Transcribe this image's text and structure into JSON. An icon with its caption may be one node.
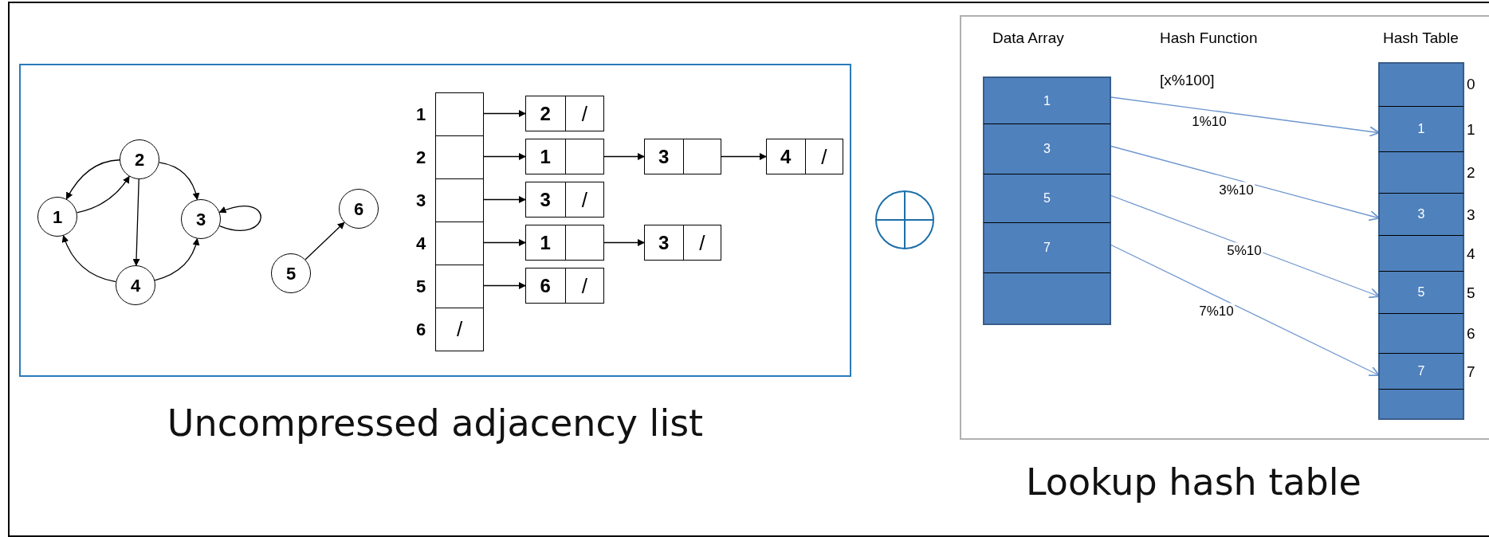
{
  "diagram": {
    "nodes": [
      {
        "text": [
          "Uncompressed adjacency list"
        ]
      },
      {
        "text": [
          "1"
        ],
        "in": 0
      },
      {
        "text": [
          "2"
        ],
        "in": 0
      },
      {
        "text": [
          "3"
        ],
        "in": 0
      },
      {
        "text": [
          "4"
        ],
        "in": 0
      },
      {
        "text": [
          "5"
        ],
        "in": 0
      },
      {
        "text": [
          "6"
        ],
        "in": 0
      },
      {
        "text": [],
        "shape": "box",
        "in": 0,
        "beside": [
          "1"
        ]
      },
      {
        "text": [],
        "shape": "box",
        "in": 0,
        "beside": [
          "2"
        ]
      },
      {
        "text": [],
        "shape": "box",
        "in": 0,
        "beside": [
          "3"
        ]
      },
      {
        "text": [],
        "shape": "box",
        "in": 0,
        "beside": [
          "4"
        ]
      },
      {
        "text": [],
        "shape": "box",
        "in": 0,
        "beside": [
          "5"
        ]
      },
      {
        "text": [
          "/"
        ],
        "in": 0,
        "beside": [
          "6"
        ]
      },
      {
        "text": [
          "2",
          "/"
        ],
        "in": 0
      },
      {
        "text": [
          "1"
        ],
        "in": 0
      },
      {
        "text": [
          "3"
        ],
        "in": 0
      },
      {
        "text": [
          "4",
          "/"
        ],
        "in": 0
      },
      {
        "text": [
          "3",
          "/"
        ],
        "in": 0
      },
      {
        "text": [
          "1"
        ],
        "in": 0
      },
      {
        "text": [
          "3",
          "/"
        ],
        "in": 0
      },
      {
        "text": [
          "6",
          "/"
        ],
        "in": 0
      },
      {
        "text": [
          "Lookup hash table"
        ]
      },
      {
        "text": [
          "Data Array"
        ],
        "in": 21
      },
      {
        "text": [
          "1"
        ],
        "in": 22
      },
      {
        "text": [
          "3"
        ],
        "in": 22
      },
      {
        "text": [
          "5"
        ],
        "in": 22
      },
      {
        "text": [
          "7"
        ],
        "in": 22
      },
      {
        "text": [],
        "shape": "box",
        "in": 22
      },
      {
        "text": [
          "Hash Table"
        ],
        "in": 21
      },
      {
        "text": [],
        "shape": "box",
        "in": 28,
        "beside": [
          "0"
        ]
      },
      {
        "text": [
          "1"
        ],
        "in": 28,
        "beside": [
          "1"
        ]
      },
      {
        "text": [],
        "shape": "box",
        "in": 28,
        "beside": [
          "2"
        ]
      },
      {
        "text": [
          "3"
        ],
        "in": 28,
        "beside": [
          "3"
        ]
      },
      {
        "text": [],
        "shape": "box",
        "in": 28,
        "beside": [
          "4"
        ]
      },
      {
        "text": [
          "5"
        ],
        "in": 28,
        "beside": [
          "5"
        ]
      },
      {
        "text": [],
        "shape": "box",
        "in": 28,
        "beside": [
          "6"
        ]
      },
      {
        "text": [
          "7"
        ],
        "in": 28,
        "beside": [
          "7"
        ]
      },
      {
        "text": [],
        "shape": "box",
        "in": 28
      }
    ],
    "edges": [
      {
        "from": 2,
        "to": 1,
        "arrow": "to"
      },
      {
        "from": 1,
        "to": 2,
        "arrow": "to"
      },
      {
        "from": 2,
        "to": 4,
        "arrow": "to"
      },
      {
        "from": 2,
        "to": 3,
        "arrow": "to"
      },
      {
        "from": 4,
        "to": 1,
        "arrow": "to"
      },
      {
        "from": 4,
        "to": 3,
        "arrow": "to"
      },
      {
        "from": 3,
        "to": 3,
        "arrow": "to"
      },
      {
        "from": 5,
        "to": 6,
        "arrow": "to"
      },
      {
        "from": 7,
        "to": 13,
        "arrow": "to"
      },
      {
        "from": 8,
        "to": 14,
        "arrow": "to"
      },
      {
        "from": 14,
        "to": 15,
        "arrow": "to"
      },
      {
        "from": 15,
        "to": 16,
        "arrow": "to"
      },
      {
        "from": 9,
        "to": 17,
        "arrow": "to"
      },
      {
        "from": 10,
        "to": 18,
        "arrow": "to"
      },
      {
        "from": 18,
        "to": 19,
        "arrow": "to"
      },
      {
        "from": 11,
        "to": 20,
        "arrow": "to"
      },
      {
        "from": 23,
        "to": 30,
        "arrow": "to",
        "label": "1%10",
        "color": "#6f97cf"
      },
      {
        "from": 24,
        "to": 32,
        "arrow": "to",
        "label": "3%10",
        "color": "#6f97cf"
      },
      {
        "from": 25,
        "to": 34,
        "arrow": "to",
        "label": "5%10",
        "color": "#6f97cf"
      },
      {
        "from": 26,
        "to": 36,
        "arrow": "to",
        "label": "7%10",
        "color": "#6f97cf"
      }
    ],
    "labels": [
      "Hash Function",
      "[x%100]"
    ]
  }
}
